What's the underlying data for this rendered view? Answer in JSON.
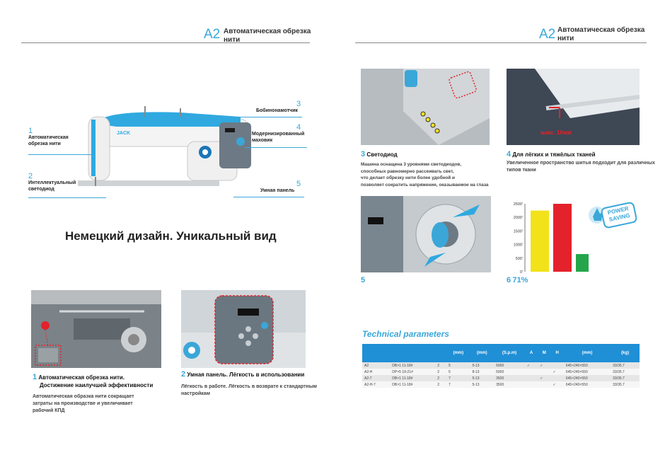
{
  "left": {
    "header": {
      "code": "A2",
      "title_line1": "Автоматическая обрезка",
      "title_line2": "нити"
    },
    "callouts": [
      {
        "num": "1",
        "line1": "Автоматическая",
        "line2": "обрезка нити"
      },
      {
        "num": "2",
        "line1": "Интеллектуальный",
        "line2": "светодиод"
      },
      {
        "num": "3",
        "line1": "Бобинонамотчик",
        "line2": ""
      },
      {
        "num": "4",
        "line1": "Модернизированный",
        "line2": "маховик"
      },
      {
        "num": "5",
        "line1": "Умная панель",
        "line2": ""
      }
    ],
    "machine_brand": "JACK",
    "headline": "Немецкий дизайн. Уникальный вид",
    "feature1": {
      "num": "1",
      "title_line1": "Автоматическая обрезка нити.",
      "title_line2": "Достижение наилучшей эффективности",
      "body_line1": "Автоматическая образка нити сокращает",
      "body_line2": "затраты на производстве и увеличивает",
      "body_line3": "рабочий КПД"
    },
    "feature2": {
      "num": "2",
      "title": "Умная панель. Лёгкость в использовании",
      "body_line1": "Лёгкость в работе. Лёгкость в возврате к стандартным",
      "body_line2": "настройкам"
    }
  },
  "right": {
    "header": {
      "code": "A2",
      "title_line1": "Автоматическая обрезка",
      "title_line2": "нити"
    },
    "feature3": {
      "num": "3",
      "title": "Светодиод",
      "body_line1": "Машина оснащена 3 уровнями светодиодов,",
      "body_line2": "способных равномерно рассеивать свет,",
      "body_line3": "что делает обрезку нити более удобной и",
      "body_line4": "позволяет сократить напряжение, оказываемое на глаза"
    },
    "feature4": {
      "num": "4",
      "title": "Для лёгких и тяжёлых тканей",
      "body_line1": "Увеличенное пространство шитья подходит для различных",
      "body_line2": "типов ткани",
      "photo_label": "макс. 10мм"
    },
    "feature5": {
      "num": "5"
    },
    "feature6": {
      "num": "6",
      "value": "71%"
    },
    "power_badge_line1": "POWER",
    "power_badge_line2": "SAVING",
    "tech_title": "Technical parameters",
    "table": {
      "headers": [
        "",
        "",
        "",
        "(mm)",
        "(mm)",
        "(S.p.m)",
        "A",
        "M",
        "H",
        "(mm)",
        "(kg)"
      ],
      "rows": [
        [
          "A2",
          "DB×1 11-18#",
          "2",
          "5",
          "5-13",
          "5000",
          "✓",
          "✓",
          "",
          "645×240×550",
          "33/35.7"
        ],
        [
          "A2-H",
          "DP×5 18-21#",
          "2",
          "5",
          "8-13",
          "5000",
          "",
          "",
          "✓",
          "645×240×550",
          "33/35.7"
        ],
        [
          "A2-7",
          "DB×1 11-18#",
          "2",
          "7",
          "5-13",
          "3500",
          "",
          "✓",
          "",
          "645×240×550",
          "33/35.7"
        ],
        [
          "A2-H-7",
          "DB×1 11-18#",
          "2",
          "7",
          "5-13",
          "3500",
          "",
          "",
          "✓",
          "645×240×550",
          "33/35.7"
        ]
      ]
    }
  },
  "chart_data": {
    "type": "bar",
    "categories": [
      "",
      "",
      ""
    ],
    "values": [
      2250,
      2500,
      650
    ],
    "colors": [
      "#f2e21a",
      "#e3222b",
      "#23a64a"
    ],
    "ylim": [
      0,
      2500
    ],
    "yticks": [
      "0'",
      "500'",
      "1000'",
      "1500'",
      "2000'",
      "2500'"
    ],
    "grid": false
  }
}
